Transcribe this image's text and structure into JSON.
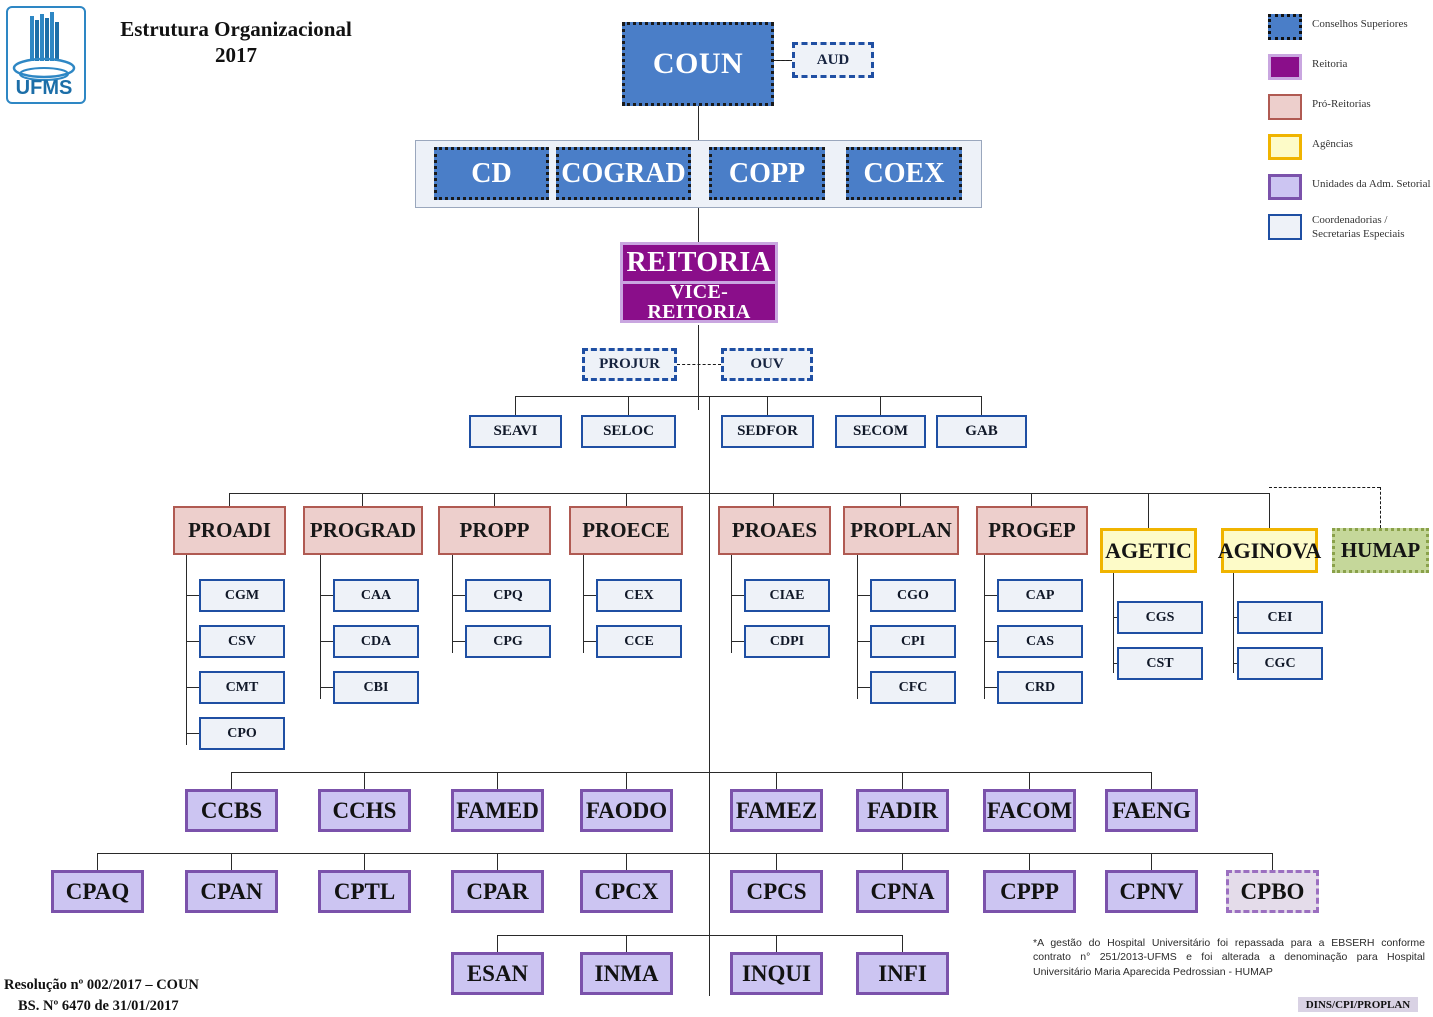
{
  "header": {
    "logo_text": "UFMS",
    "title_line1": "Estrutura Organizacional",
    "title_line2": "2017"
  },
  "legend": {
    "items": [
      {
        "label": "Conselhos Superiores",
        "color": "#4a7ec8",
        "style": "dotted"
      },
      {
        "label": "Reitoria",
        "color": "#8a0e8a",
        "style": "solid"
      },
      {
        "label": "Pró-Reitorias",
        "color": "#edcfcc",
        "style": "solid"
      },
      {
        "label": "Agências",
        "color": "#fdfbc8",
        "style": "solid"
      },
      {
        "label": "Unidades da Adm. Setorial",
        "color": "#ccc5f2",
        "style": "solid"
      },
      {
        "label": "Coordenadorias /\nSecretarias Especiais",
        "color": "#eef2f8",
        "style": "solid"
      }
    ]
  },
  "chart": {
    "top": {
      "coun": "COUN",
      "aud": "AUD"
    },
    "councils": [
      "CD",
      "COGRAD",
      "COPP",
      "COEX"
    ],
    "reitoria": {
      "main": "REITORIA",
      "vice": "VICE-REITORIA"
    },
    "staff": [
      "PROJUR",
      "OUV"
    ],
    "secretarias": [
      "SEAVI",
      "SELOC",
      "SEDFOR",
      "SECOM",
      "GAB"
    ],
    "proreitorias": [
      {
        "name": "PROADI",
        "children": [
          "CGM",
          "CSV",
          "CMT",
          "CPO"
        ]
      },
      {
        "name": "PROGRAD",
        "children": [
          "CAA",
          "CDA",
          "CBI"
        ]
      },
      {
        "name": "PROPP",
        "children": [
          "CPQ",
          "CPG"
        ]
      },
      {
        "name": "PROECE",
        "children": [
          "CEX",
          "CCE"
        ]
      },
      {
        "name": "PROAES",
        "children": [
          "CIAE",
          "CDPI"
        ]
      },
      {
        "name": "PROPLAN",
        "children": [
          "CGO",
          "CPI",
          "CFC"
        ]
      },
      {
        "name": "PROGEP",
        "children": [
          "CAP",
          "CAS",
          "CRD"
        ]
      }
    ],
    "agencias": [
      {
        "name": "AGETIC",
        "children": [
          "CGS",
          "CST"
        ]
      },
      {
        "name": "AGINOVA",
        "children": [
          "CEI",
          "CGC"
        ]
      }
    ],
    "humap": "HUMAP",
    "units_row1": [
      "CCBS",
      "CCHS",
      "FAMED",
      "FAODO",
      "FAMEZ",
      "FADIR",
      "FACOM",
      "FAENG"
    ],
    "units_row2": [
      "CPAQ",
      "CPAN",
      "CPTL",
      "CPAR",
      "CPCX",
      "CPCS",
      "CPNA",
      "CPPP",
      "CPNV",
      "CPBO"
    ],
    "units_row3": [
      "ESAN",
      "INMA",
      "INQUI",
      "INFI"
    ]
  },
  "footer": {
    "resolucao_line1": "Resolução nº 002/2017 – COUN",
    "resolucao_line2": "BS. Nº 6470 de 31/01/2017",
    "footnote": "*A gestão do Hospital Universitário foi repassada para a EBSERH conforme contrato n° 251/2013-UFMS e foi alterada a denominação para Hospital Universitário Maria Aparecida Pedrossian - HUMAP",
    "badge": "DINS/CPI/PROPLAN"
  }
}
